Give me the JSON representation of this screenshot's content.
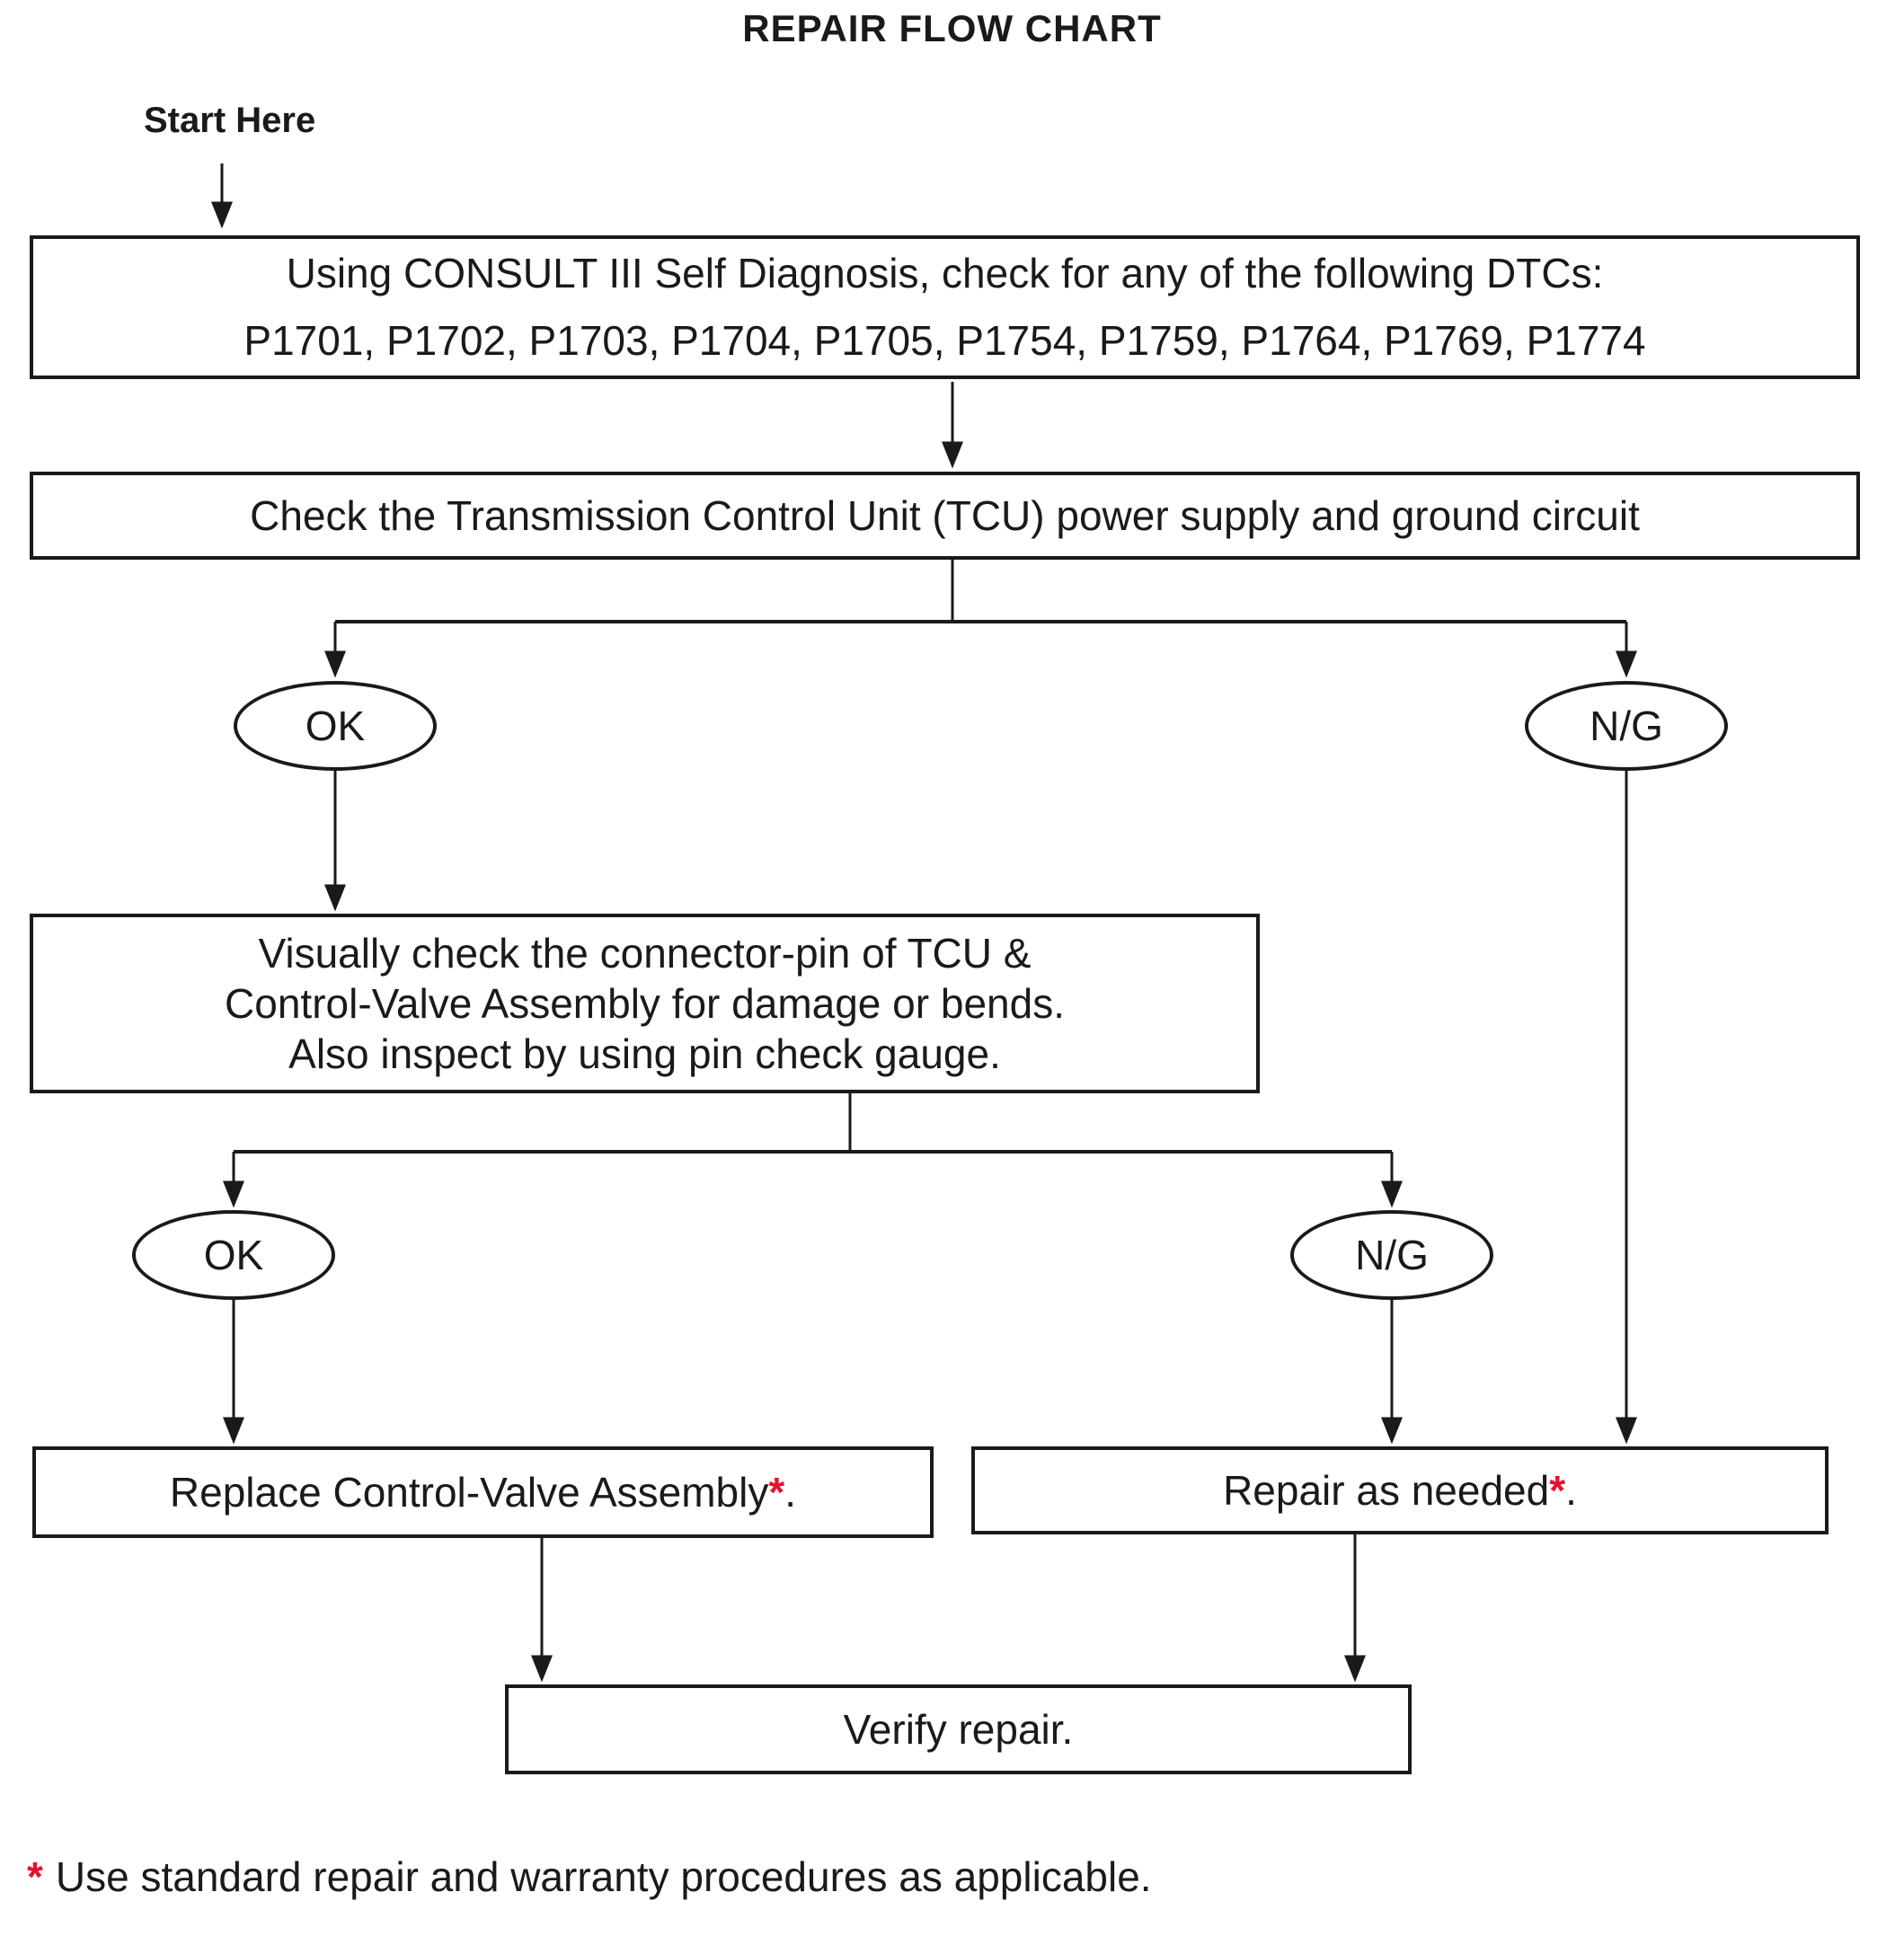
{
  "title": "REPAIR FLOW CHART",
  "start_label": "Start Here",
  "nodes": {
    "dtc_check": {
      "line1": "Using CONSULT III Self Diagnosis, check for any of the following DTCs:",
      "line2": "P1701, P1702, P1703, P1704, P1705, P1754, P1759, P1764, P1769, P1774"
    },
    "tcu_power": {
      "text": "Check the Transmission Control Unit (TCU) power supply and ground circuit"
    },
    "visual_check": {
      "line1": "Visually check the connector-pin of TCU &",
      "line2": "Control-Valve Assembly for damage or bends.",
      "line3": "Also inspect by using pin check gauge."
    },
    "replace_valve": {
      "text": "Replace Control-Valve Assembly",
      "asterisk": "*",
      "suffix": "."
    },
    "repair_needed": {
      "text": "Repair as needed",
      "asterisk": "*",
      "suffix": "."
    },
    "verify_repair": {
      "text": "Verify repair."
    }
  },
  "decisions": {
    "ok1": "OK",
    "ng1": "N/G",
    "ok2": "OK",
    "ng2": "N/G"
  },
  "footnote": {
    "asterisk": "*",
    "text": "Use standard repair and warranty procedures as applicable."
  },
  "colors": {
    "line": "#1a1a1a",
    "asterisk_red": "#e8112d",
    "background": "#ffffff"
  }
}
